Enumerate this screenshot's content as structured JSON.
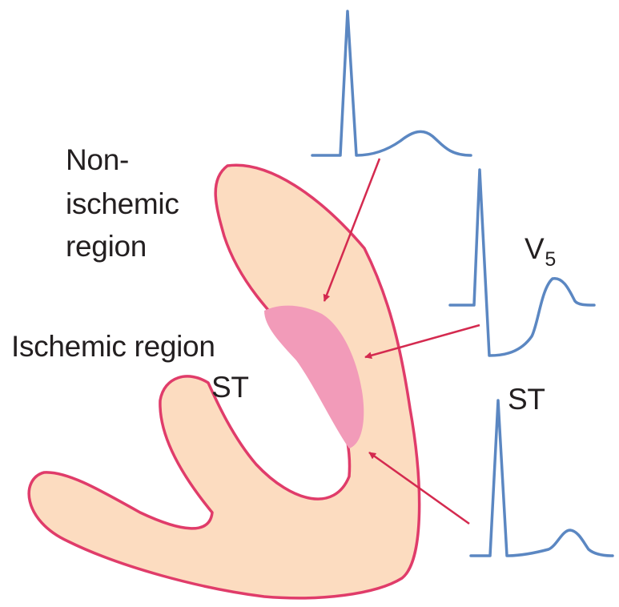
{
  "labels": {
    "nonischemic_line1": "Non-",
    "nonischemic_line2": "ischemic",
    "nonischemic_line3": "region",
    "ischemic": "Ischemic region",
    "st_left": "ST",
    "lead_letter": "V",
    "lead_number": "5",
    "st_right": "ST"
  },
  "colors": {
    "myocardium_fill": "#fcdcc0",
    "myocardium_outline": "#e03c6a",
    "ischemic_fill": "#f29bb9",
    "ecg_trace": "#5b87c2",
    "arrow": "#d42a4f",
    "text": "#231f20"
  }
}
